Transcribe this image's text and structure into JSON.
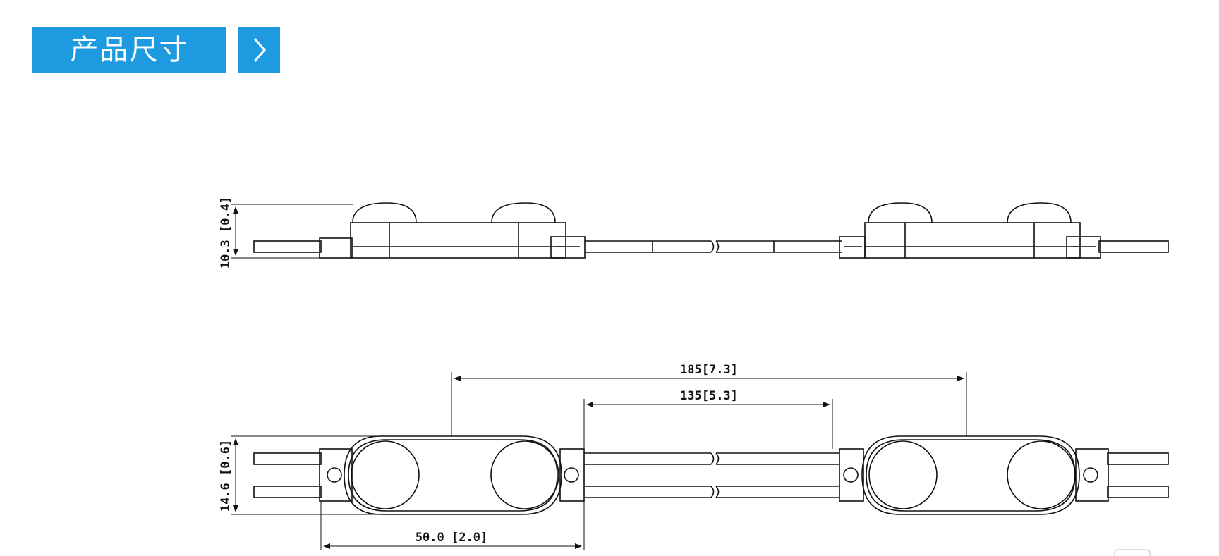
{
  "header": {
    "title": "产品尺寸",
    "arrow_icon": "chevron-right-icon",
    "accent_color": "#1e9be0"
  },
  "dimensions": {
    "side_height": "10.3 [0.4]",
    "top_height": "14.6 [0.6]",
    "module_length": "50.0 [2.0]",
    "pitch_outer": "185[7.3]",
    "pitch_inner": "135[5.3]"
  }
}
